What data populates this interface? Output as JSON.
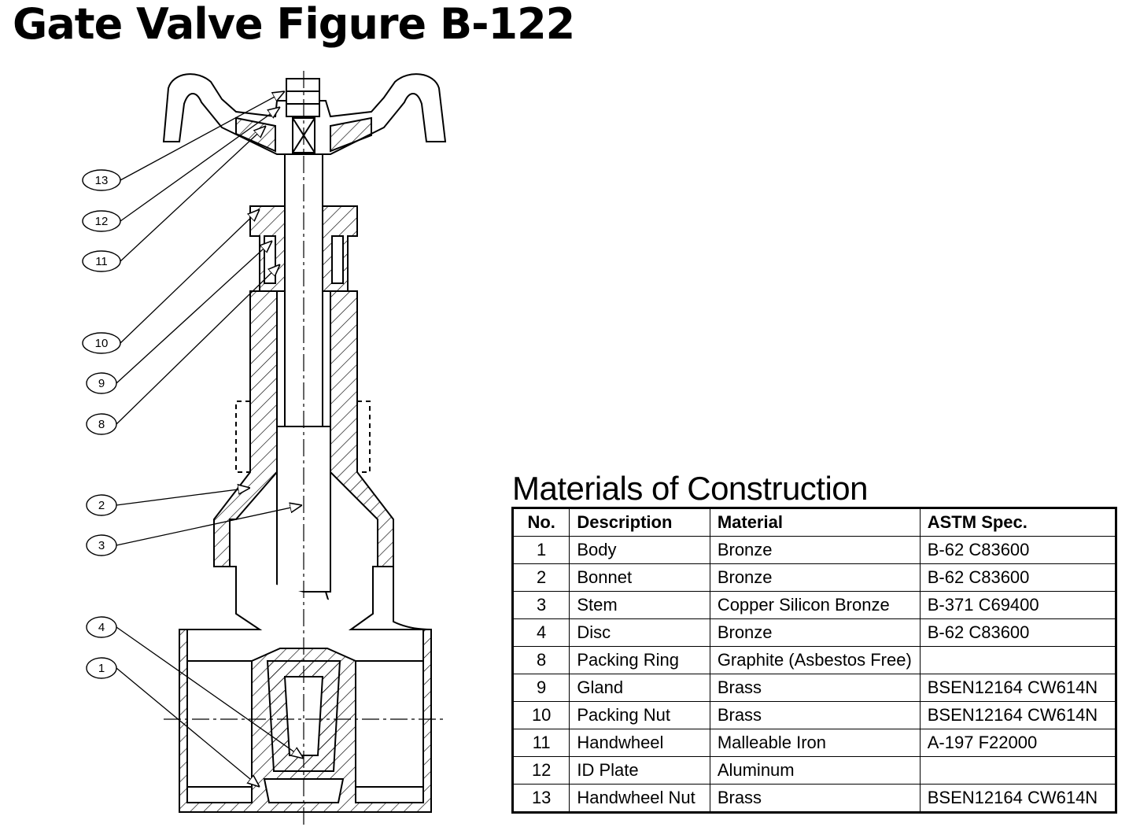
{
  "title": "Gate Valve Figure B-122",
  "diagram": {
    "callouts": [
      "13",
      "12",
      "11",
      "10",
      "9",
      "8",
      "2",
      "3",
      "4",
      "1"
    ]
  },
  "table": {
    "title": "Materials of Construction",
    "headers": [
      "No.",
      "Description",
      "Material",
      "ASTM Spec."
    ],
    "rows": [
      [
        "1",
        "Body",
        "Bronze",
        "B-62 C83600"
      ],
      [
        "2",
        "Bonnet",
        "Bronze",
        "B-62 C83600"
      ],
      [
        "3",
        "Stem",
        "Copper Silicon Bronze",
        "B-371 C69400"
      ],
      [
        "4",
        "Disc",
        "Bronze",
        "B-62 C83600"
      ],
      [
        "8",
        "Packing Ring",
        "Graphite (Asbestos Free)",
        ""
      ],
      [
        "9",
        "Gland",
        "Brass",
        "BSEN12164 CW614N"
      ],
      [
        "10",
        "Packing Nut",
        "Brass",
        "BSEN12164 CW614N"
      ],
      [
        "11",
        "Handwheel",
        "Malleable Iron",
        "A-197 F22000"
      ],
      [
        "12",
        "ID Plate",
        "Aluminum",
        ""
      ],
      [
        "13",
        "Handwheel Nut",
        "Brass",
        "BSEN12164 CW614N"
      ]
    ]
  }
}
